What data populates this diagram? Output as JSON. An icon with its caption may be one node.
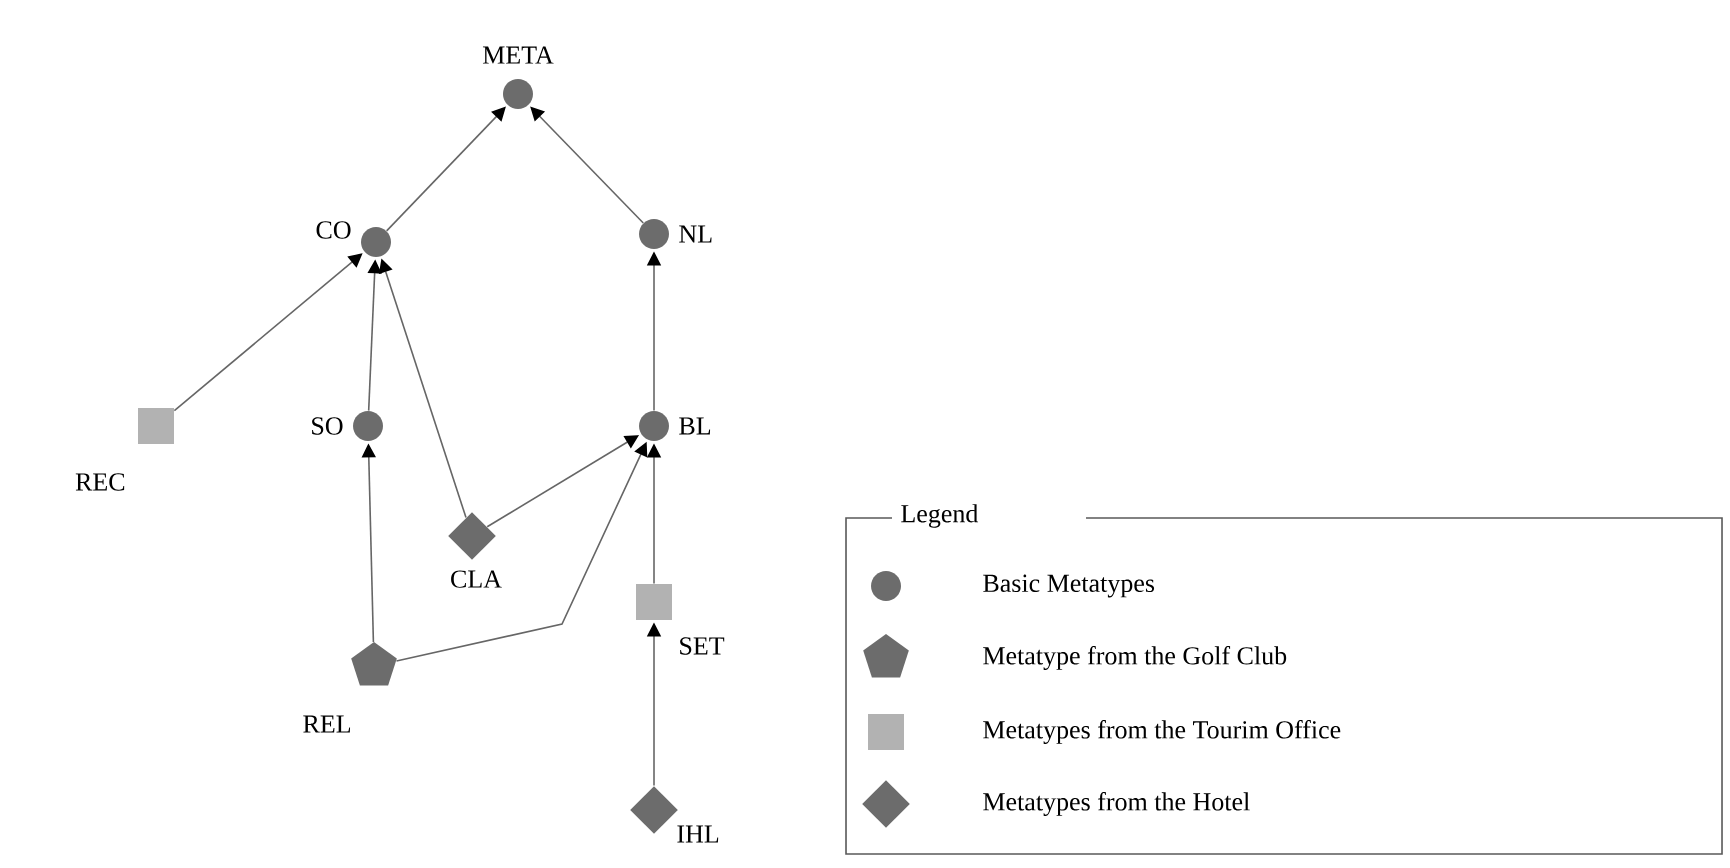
{
  "diagram": {
    "nodes": [
      {
        "text": [],
        "shape": "circle",
        "beside": [
          "META"
        ]
      },
      {
        "text": [],
        "shape": "circle",
        "beside": [
          "CO"
        ]
      },
      {
        "text": [],
        "shape": "circle",
        "beside": [
          "NL"
        ]
      },
      {
        "text": [],
        "shape": "box",
        "beside": [
          "REC"
        ]
      },
      {
        "text": [],
        "shape": "circle",
        "beside": [
          "SO"
        ]
      },
      {
        "text": [],
        "shape": "circle",
        "beside": [
          "BL"
        ]
      },
      {
        "text": [],
        "shape": "diamond",
        "beside": [
          "CLA"
        ]
      },
      {
        "text": [],
        "shape": "pentagon",
        "beside": [
          "REL"
        ]
      },
      {
        "text": [],
        "shape": "box",
        "beside": [
          "SET"
        ]
      },
      {
        "text": [],
        "shape": "diamond",
        "beside": [
          "IHL"
        ]
      }
    ],
    "edges": [
      {
        "from": 1,
        "to": 0,
        "arrow": "to"
      },
      {
        "from": 2,
        "to": 0,
        "arrow": "to"
      },
      {
        "from": 3,
        "to": 1,
        "arrow": "to"
      },
      {
        "from": 4,
        "to": 1,
        "arrow": "to"
      },
      {
        "from": 6,
        "to": 1,
        "arrow": "to"
      },
      {
        "from": 5,
        "to": 2,
        "arrow": "to"
      },
      {
        "from": 7,
        "to": 4,
        "arrow": "to"
      },
      {
        "from": 6,
        "to": 5,
        "arrow": "to"
      },
      {
        "from": 7,
        "to": 5,
        "arrow": "to"
      },
      {
        "from": 8,
        "to": 5,
        "arrow": "to"
      },
      {
        "from": 9,
        "to": 8,
        "arrow": "to"
      }
    ],
    "labels": [
      "Legend"
    ],
    "legend": [
      {
        "text": "Basic Metatypes"
      },
      {
        "text": "Metatype from the Golf Club"
      },
      {
        "text": "Metatypes from the Tourim Office"
      },
      {
        "text": "Metatypes from the Hotel"
      }
    ]
  }
}
